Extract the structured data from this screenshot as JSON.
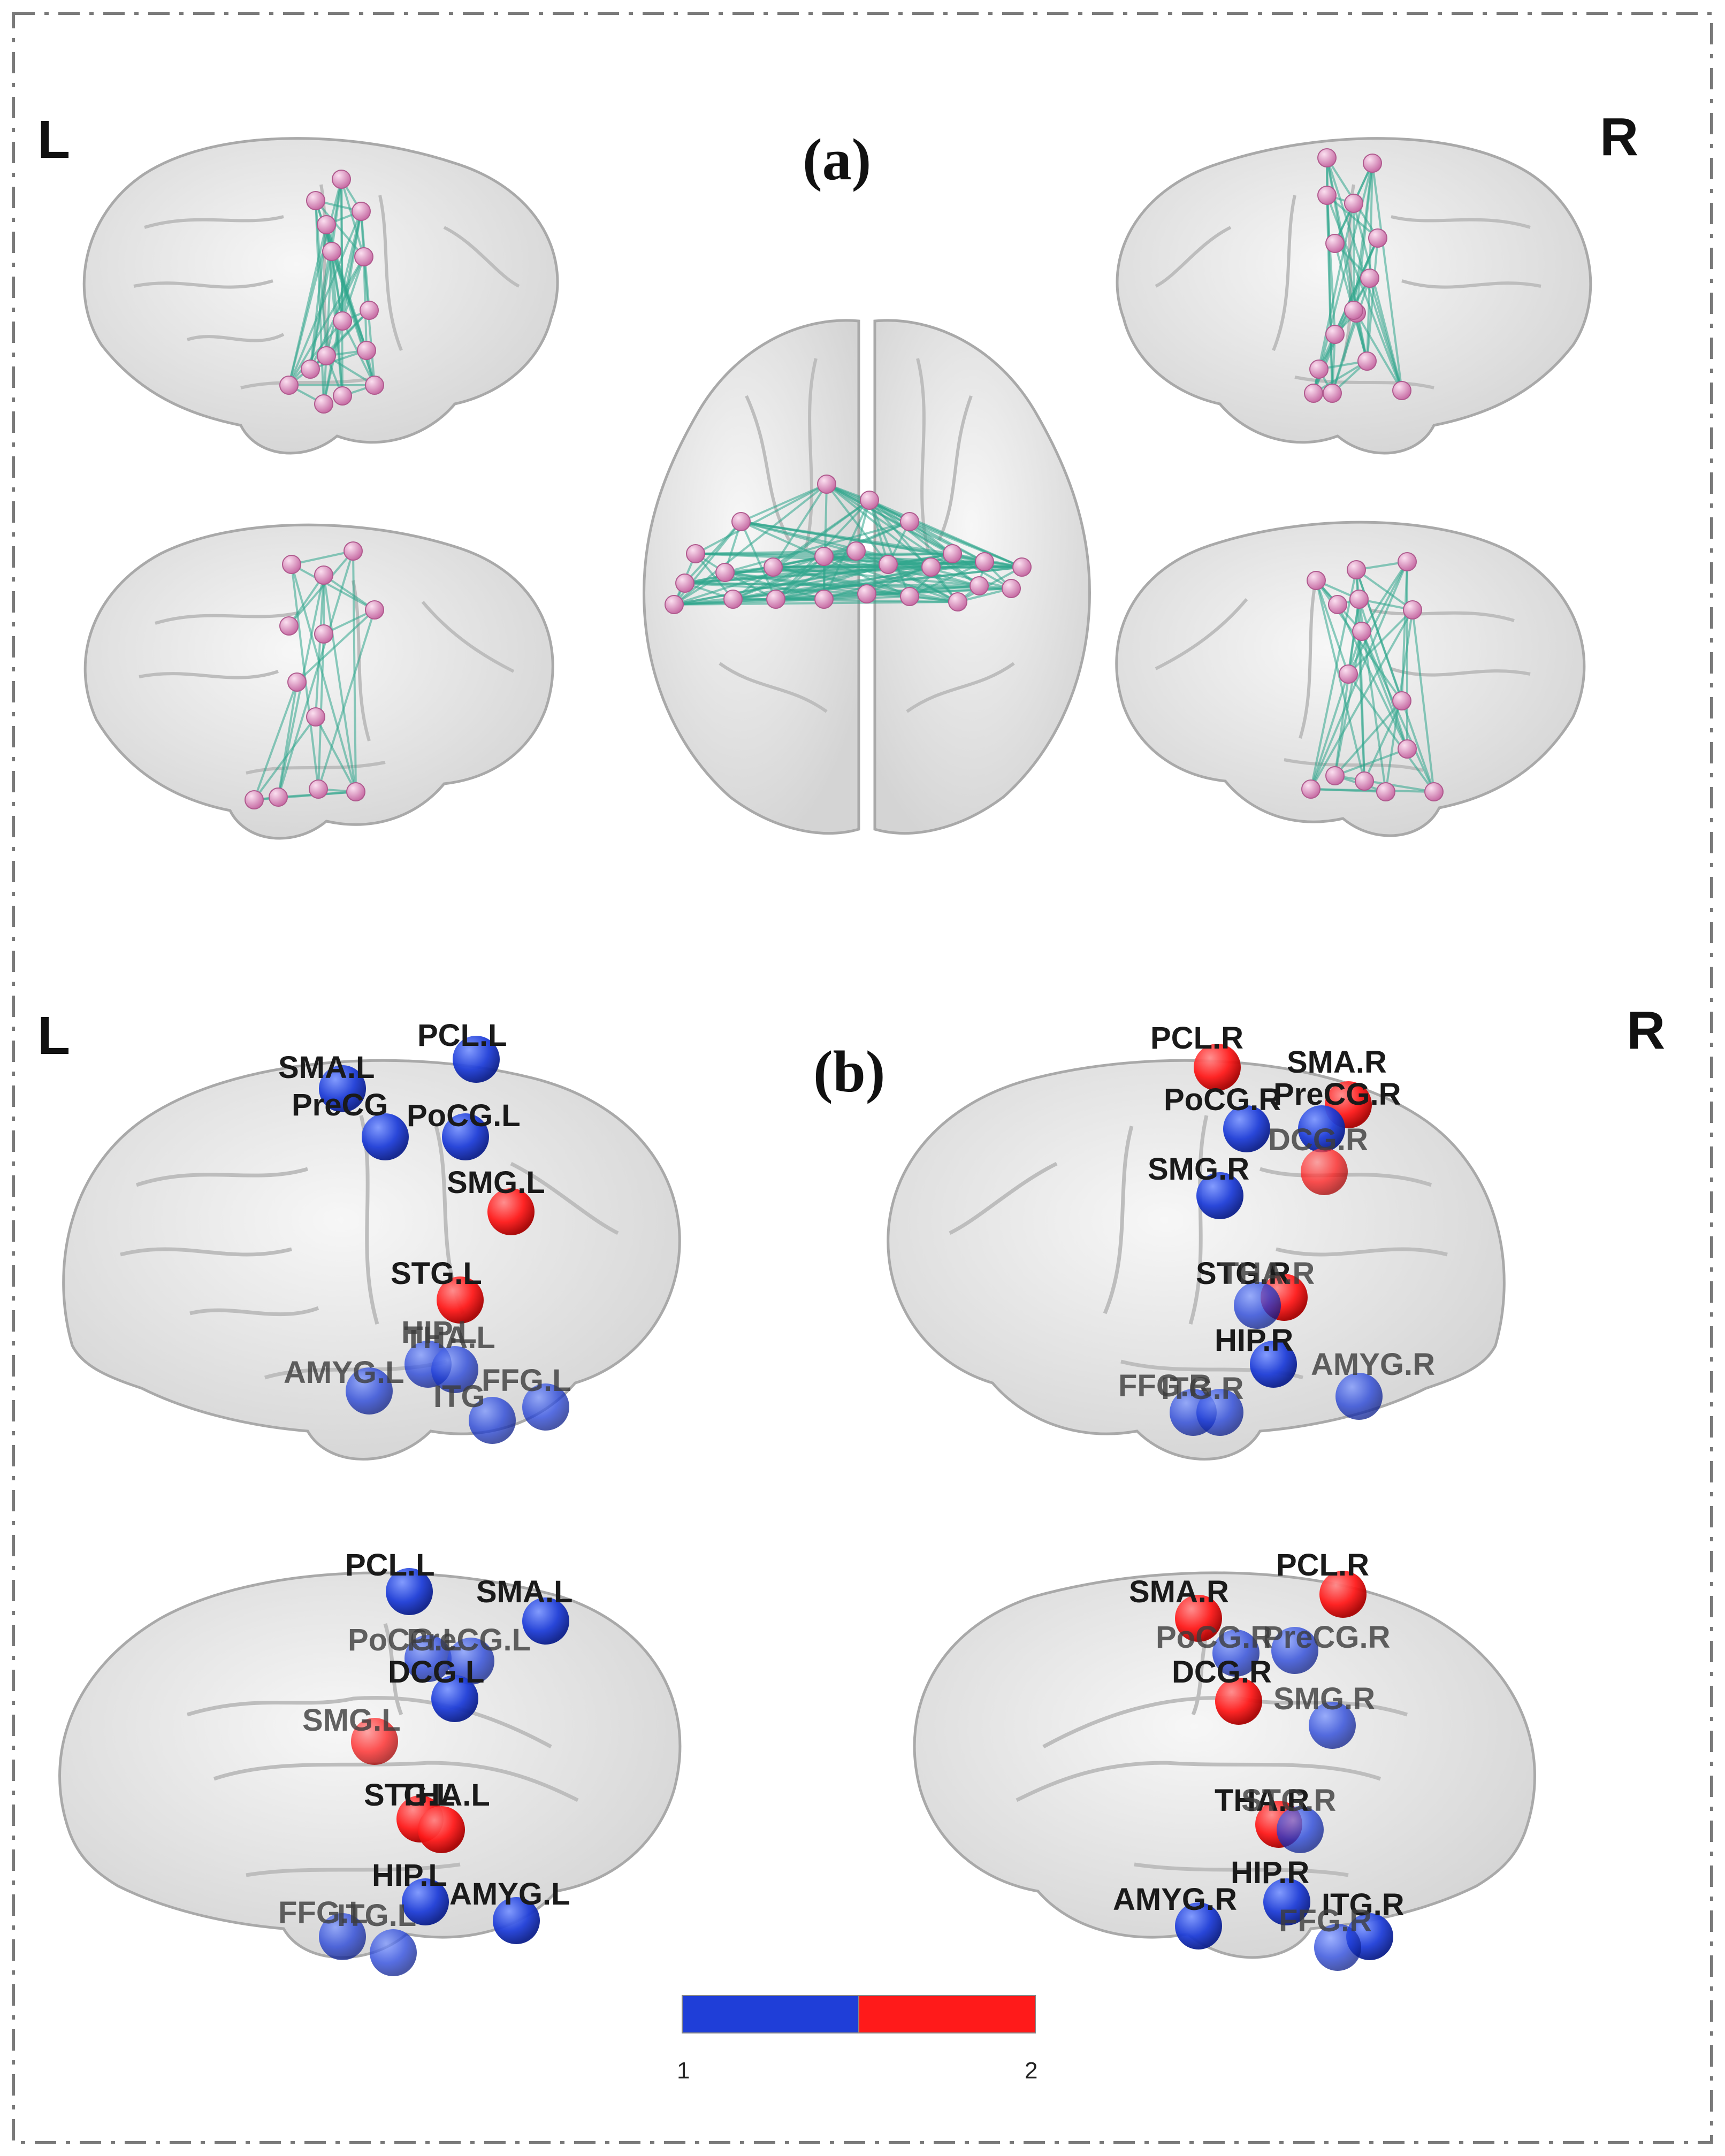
{
  "panels": {
    "a": {
      "label": "(a)",
      "left": "L",
      "right": "R"
    },
    "b": {
      "label": "(b)",
      "left": "L",
      "right": "R"
    }
  },
  "colors": {
    "brain_fill": "#e6e6e6",
    "brain_stroke": "#a9a9a9",
    "edge": "#2fa58c",
    "node_pink": "#e08fc0",
    "module1": "#1f3ed8",
    "module2": "#ff1a1a"
  },
  "nodes_b": {
    "left_lateral": [
      {
        "label": "PCL.L",
        "module": 1
      },
      {
        "label": "SMA.L",
        "module": 1
      },
      {
        "label": "PreCG",
        "module": 1
      },
      {
        "label": "PoCG.L",
        "module": 1
      },
      {
        "label": "SMG.L",
        "module": 2
      },
      {
        "label": "STG.L",
        "module": 2
      },
      {
        "label": "THA.L",
        "module": 1
      },
      {
        "label": "HIP.L",
        "module": 1
      },
      {
        "label": "AMYG.L",
        "module": 1
      },
      {
        "label": "ITG",
        "module": 1
      },
      {
        "label": "FFG.L",
        "module": 1
      }
    ],
    "right_lateral": [
      {
        "label": "PCL.R",
        "module": 2
      },
      {
        "label": "SMA.R",
        "module": 2
      },
      {
        "label": "PoCG.R",
        "module": 1
      },
      {
        "label": "PreCG.R",
        "module": 1
      },
      {
        "label": "DCG.R",
        "module": 2
      },
      {
        "label": "SMG.R",
        "module": 1
      },
      {
        "label": "STG.R",
        "module": 2
      },
      {
        "label": "THA.R",
        "module": 1
      },
      {
        "label": "HIP.R",
        "module": 1
      },
      {
        "label": "AMYG.R",
        "module": 1
      },
      {
        "label": "FFG.R",
        "module": 1
      },
      {
        "label": "ITG.R",
        "module": 1
      }
    ],
    "left_medial": [
      {
        "label": "PCL.L",
        "module": 1
      },
      {
        "label": "SMA.L",
        "module": 1
      },
      {
        "label": "PoCG.L",
        "module": 1
      },
      {
        "label": "PreCG.L",
        "module": 1
      },
      {
        "label": "DCG.L",
        "module": 1
      },
      {
        "label": "SMG.L",
        "module": 2
      },
      {
        "label": "STG.L",
        "module": 2
      },
      {
        "label": "THA.L",
        "module": 2
      },
      {
        "label": "HIP.L",
        "module": 1
      },
      {
        "label": "AMYG.L",
        "module": 1
      },
      {
        "label": "FFG.L",
        "module": 1
      },
      {
        "label": "ITG.L",
        "module": 1
      }
    ],
    "right_medial": [
      {
        "label": "SMA.R",
        "module": 2
      },
      {
        "label": "PCL.R",
        "module": 2
      },
      {
        "label": "PoCG.R",
        "module": 1
      },
      {
        "label": "PreCG.R",
        "module": 1
      },
      {
        "label": "DCG.R",
        "module": 2
      },
      {
        "label": "SMG.R",
        "module": 1
      },
      {
        "label": "THA.R",
        "module": 2
      },
      {
        "label": "STG.R",
        "module": 1
      },
      {
        "label": "HIP.R",
        "module": 1
      },
      {
        "label": "AMYG.R",
        "module": 1
      },
      {
        "label": "ITG.R",
        "module": 1
      },
      {
        "label": "FFG.R",
        "module": 1
      }
    ]
  },
  "colorbar": {
    "min_label": "1",
    "max_label": "2"
  }
}
